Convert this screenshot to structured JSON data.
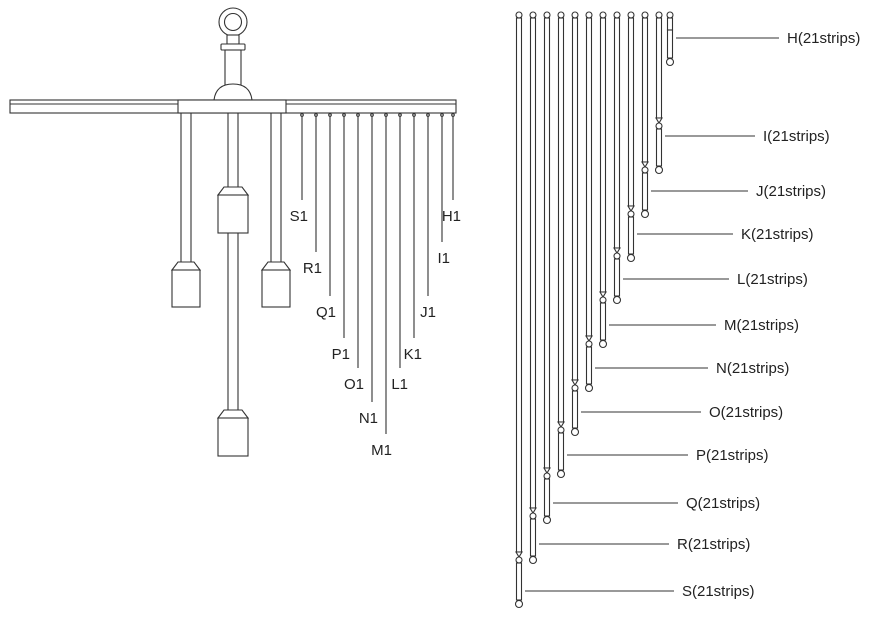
{
  "fixture": {
    "rod_labels": [
      "S1",
      "R1",
      "Q1",
      "P1",
      "O1",
      "N1",
      "M1",
      "L1",
      "K1",
      "J1",
      "I1",
      "H1"
    ]
  },
  "strips": {
    "callouts": [
      "H(21strips)",
      "I(21strips)",
      "J(21strips)",
      "K(21strips)",
      "L(21strips)",
      "M(21strips)",
      "N(21strips)",
      "O(21strips)",
      "P(21strips)",
      "Q(21strips)",
      "R(21strips)",
      "S(21strips)"
    ]
  }
}
